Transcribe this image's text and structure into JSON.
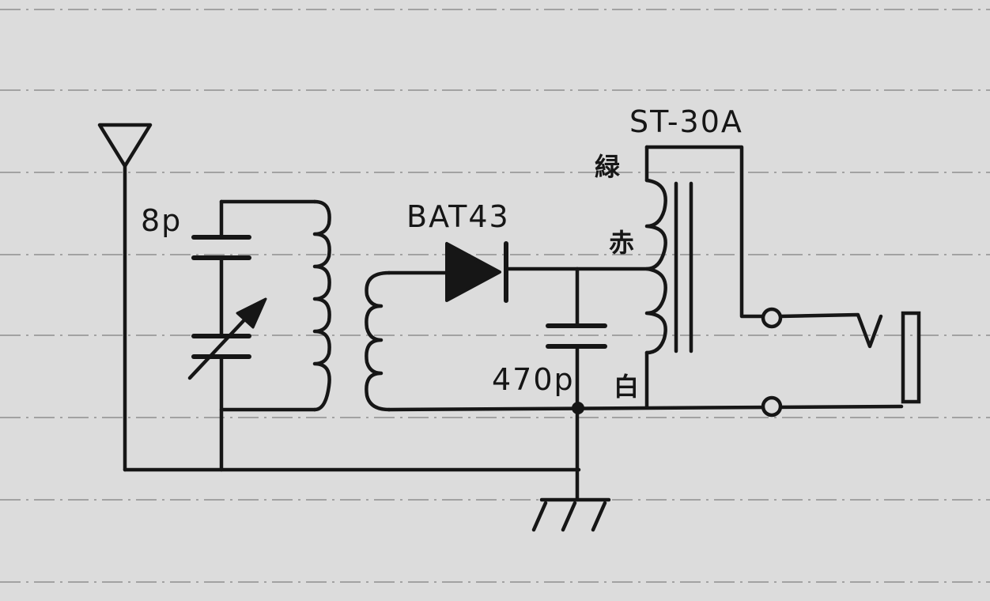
{
  "labels": {
    "trimmer_cap": "8p",
    "diode": "BAT43",
    "filter_cap": "470p",
    "transformer": "ST-30A",
    "wire_green": "緑",
    "wire_red": "赤",
    "wire_white": "白"
  },
  "colors": {
    "paper": "#dcdcdc",
    "ink": "#161616",
    "ruled_line": "#8f8f8f"
  },
  "symbols": [
    "antenna-icon",
    "variable-capacitor-icon",
    "capacitor-icon",
    "coil-icon",
    "diode-icon",
    "transformer-core-icon",
    "terminal-icon",
    "earphone-jack-icon",
    "ground-icon"
  ]
}
